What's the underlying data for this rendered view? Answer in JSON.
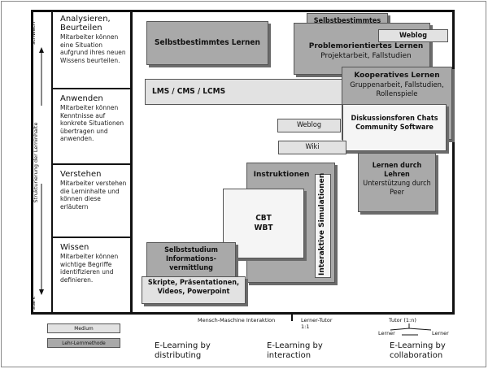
{
  "axis": {
    "top_label": "schwach",
    "middle_label": "Strukturierung der Lerninhalte",
    "bottom_label": "stark"
  },
  "levels": [
    {
      "title": "Analysieren, Beurteilen",
      "desc": "Mitarbeiter können eine Situation aufgrund ihres neuen Wissens beurteilen."
    },
    {
      "title": "Anwenden",
      "desc": "Mitarbeiter können Kenntnisse auf konkrete Situationen übertragen und anwenden."
    },
    {
      "title": "Verstehen",
      "desc": "Mitarbeiter verstehen die Lerninhalte und können diese erläutern"
    },
    {
      "title": "Wissen",
      "desc": "Mitarbeiter können wichtige Begriffe identifizieren und definieren."
    }
  ],
  "diagram": {
    "selbstbestimmtes_lernen": "Selbstbestimmtes Lernen",
    "selbstbestimmtes_lernen_small": "Selbstbestimmtes Lernen",
    "weblog_top": "Weblog",
    "problem_title": "Problemorientiertes Lernen",
    "problem_sub": "Projektarbeit, Fallstudien",
    "lms": "LMS / CMS / LCMS",
    "koop_title": "Kooperatives Lernen",
    "koop_sub": "Gruppenarbeit, Fallstudien, Rollenspiele",
    "diskussion": "Diskussionsforen Chats Community Software",
    "weblog_mid": "Weblog",
    "wiki": "Wiki",
    "lernen_durch_lehren_title": "Lernen durch Lehren",
    "lernen_durch_lehren_sub": "Unterstützung durch Peer",
    "instruktionen": "Instruktionen",
    "interaktive": "Interaktive Simulationen",
    "cbt": "CBT WBT",
    "selbststudium": "Selbststudium Informations-vermittlung",
    "skripte": "Skripte, Präsentationen, Videos, Powerpoint"
  },
  "bottom": {
    "mmi": "Mensch-Maschine Interaktion",
    "lerner_tutor": "Lerner-Tutor",
    "lerner_tutor_ratio": "1:1",
    "tutor_1n": "Tutor (1:n)",
    "lerner_left": "Lerner",
    "lerner_right": "Lerner",
    "elearning_distributing": "E-Learning by distributing",
    "elearning_interaction": "E-Learning by interaction",
    "elearning_collaboration": "E-Learning by collaboration"
  },
  "legend": {
    "medium": "Medium",
    "methode": "Lehr-Lernmethode"
  },
  "colors": {
    "dark_box": "#a9a9a9",
    "light_box": "#e2e2e2",
    "border": "#111111"
  }
}
